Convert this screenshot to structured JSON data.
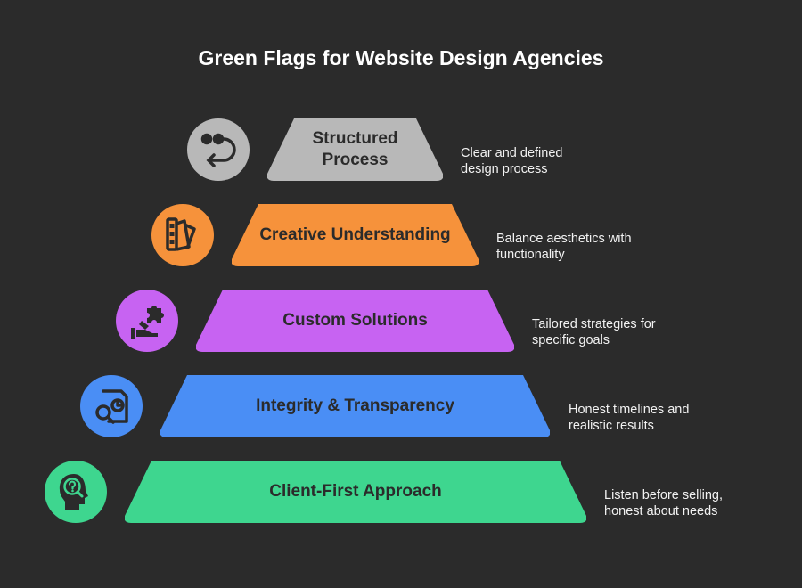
{
  "title": "Green Flags for Website Design Agencies",
  "colors": {
    "background": "#2b2b2b",
    "tier_1": "#b8b8b8",
    "tier_2": "#f6923b",
    "tier_3": "#c763f2",
    "tier_4": "#4a8ef5",
    "tier_5": "#3ed68f"
  },
  "tiers": [
    {
      "label": "Structured\nProcess",
      "description": "Clear and defined\ndesign process",
      "icon": "process-flow-icon"
    },
    {
      "label": "Creative Understanding",
      "description": "Balance aesthetics with\nfunctionality",
      "icon": "color-palette-icon"
    },
    {
      "label": "Custom Solutions",
      "description": "Tailored strategies for\nspecific goals",
      "icon": "puzzle-hand-icon"
    },
    {
      "label": "Integrity & Transparency",
      "description": "Honest timelines and\nrealistic results",
      "icon": "document-search-icon"
    },
    {
      "label": "Client-First Approach",
      "description": "Listen before selling,\nhonest about needs",
      "icon": "head-question-icon"
    }
  ]
}
